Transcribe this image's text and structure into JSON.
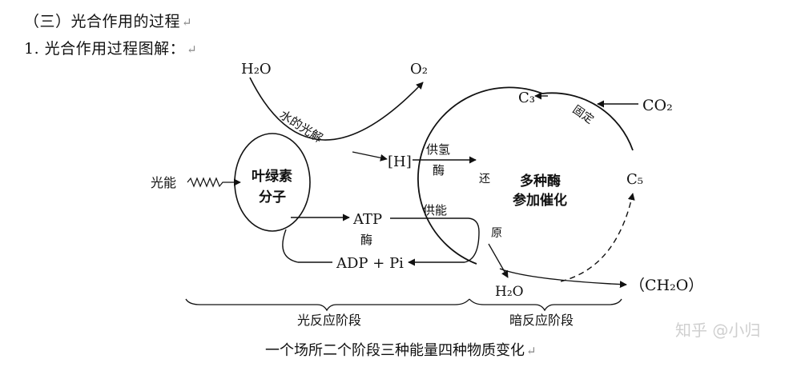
{
  "heading1": "（三）光合作用的过程",
  "heading2": "1. 光合作用过程图解：",
  "return_mark": "↵",
  "diagram": {
    "h2o_top": "H₂O",
    "o2": "O₂",
    "water_photolysis": "水的光解",
    "light_energy": "光能",
    "chlorophyll": [
      "叶绿素",
      "分子"
    ],
    "h": "[H]",
    "supply_h": "供氢",
    "enzyme": "酶",
    "atp": "ATP",
    "adp_pi": "ADP + Pi",
    "supply_energy": "供能",
    "c3": "C₃",
    "co2": "CO₂",
    "fixation": "固定",
    "c5": "C₅",
    "reduction": [
      "还",
      "原"
    ],
    "multi_enzyme": [
      "多种酶",
      "参加催化"
    ],
    "h2o_bottom": "H₂O",
    "ch2o": "（CH₂O）",
    "light_stage": "光反应阶段",
    "dark_stage": "暗反应阶段"
  },
  "caption": "一个场所二个阶段三种能量四种物质变化",
  "watermark": "知乎 @小归"
}
